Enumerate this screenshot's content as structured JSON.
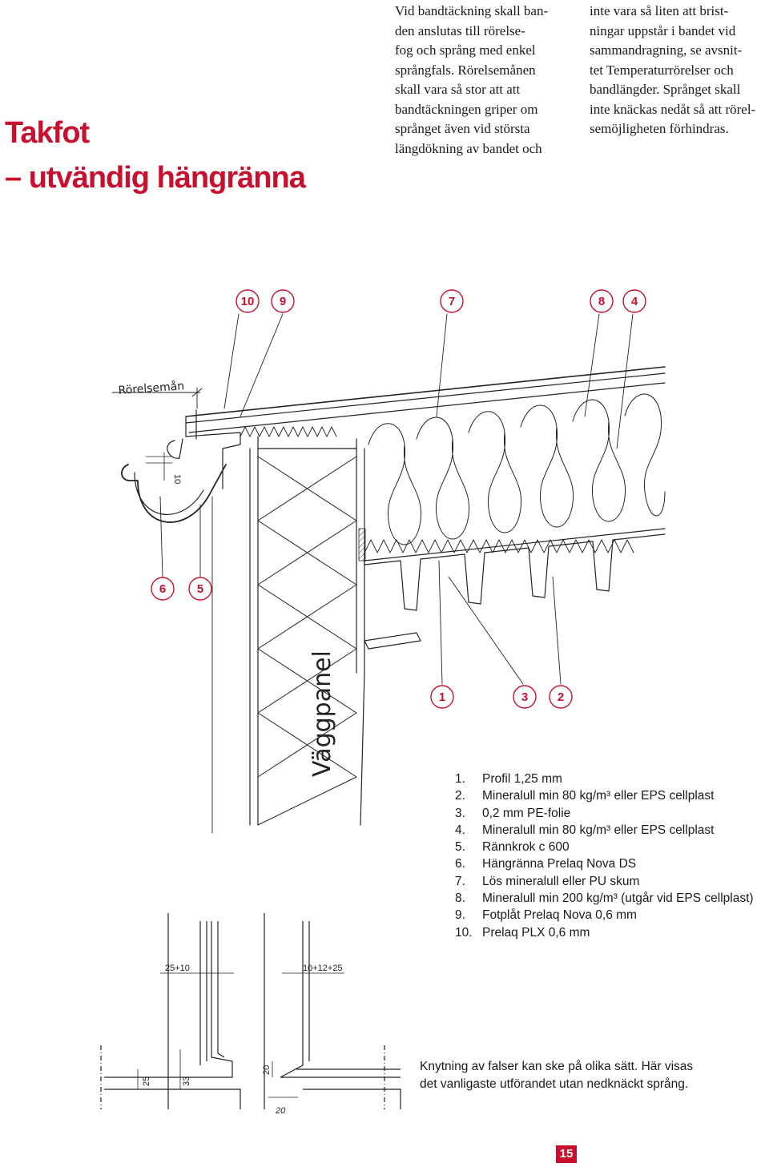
{
  "title": {
    "line1": "Takfot",
    "line2": "– utvändig hängränna"
  },
  "intro": {
    "col1": [
      "Vid bandtäckning skall ban-",
      "den anslutas till rörelse-",
      "fog och språng med enkel",
      "språngfals. Rörelsemånen",
      "skall vara så stor att att",
      "bandtäckningen griper om",
      "språnget även vid största",
      "längdökning av bandet och"
    ],
    "col2": [
      "inte vara så liten att brist-",
      "ningar uppstår i bandet vid",
      "sammandragning, se avsnit-",
      "tet Temperaturrörelser och",
      "bandlängder. Språnget skall",
      "inte knäckas nedåt så att rörel-",
      "semöjligheten förhindras."
    ]
  },
  "drawing": {
    "label_rorelseman": "Rörelsemån",
    "label_vaggpanel": "Väggpanel",
    "dim_10": "10",
    "callouts": {
      "c10": "10",
      "c9": "9",
      "c7": "7",
      "c8": "8",
      "c4": "4",
      "c6": "6",
      "c5": "5",
      "c1": "1",
      "c3": "3",
      "c2": "2"
    }
  },
  "legend": [
    {
      "num": "1.",
      "text": "Profil 1,25 mm"
    },
    {
      "num": "2.",
      "text": "Mineralull min 80 kg/m³ eller EPS cellplast"
    },
    {
      "num": "3.",
      "text": "0,2 mm PE-folie"
    },
    {
      "num": "4.",
      "text": "Mineralull min 80 kg/m³ eller EPS cellplast"
    },
    {
      "num": "5.",
      "text": "Rännkrok c 600"
    },
    {
      "num": "6.",
      "text": "Hängränna Prelaq Nova DS"
    },
    {
      "num": "7.",
      "text": "Lös mineralull eller PU skum"
    },
    {
      "num": "8.",
      "text": "Mineralull min 200 kg/m³ (utgår vid EPS cellplast)"
    },
    {
      "num": "9.",
      "text": "Fotplåt Prelaq Nova 0,6 mm"
    },
    {
      "num": "10.",
      "text": "Prelaq PLX 0,6 mm"
    }
  ],
  "fold_detail": {
    "dim_25_10": "25+10",
    "dim_10_12_25": "10+12+25",
    "dim_25": "25",
    "dim_33": "33",
    "dim_20_v": "20",
    "dim_20_h": "20"
  },
  "note": [
    "Knytning av falser kan ske på olika sätt. Här visas",
    "det vanligaste utförandet utan nedknäckt språng."
  ],
  "page_number": "15",
  "colors": {
    "accent": "#c8102e",
    "text": "#1a1a1a"
  }
}
